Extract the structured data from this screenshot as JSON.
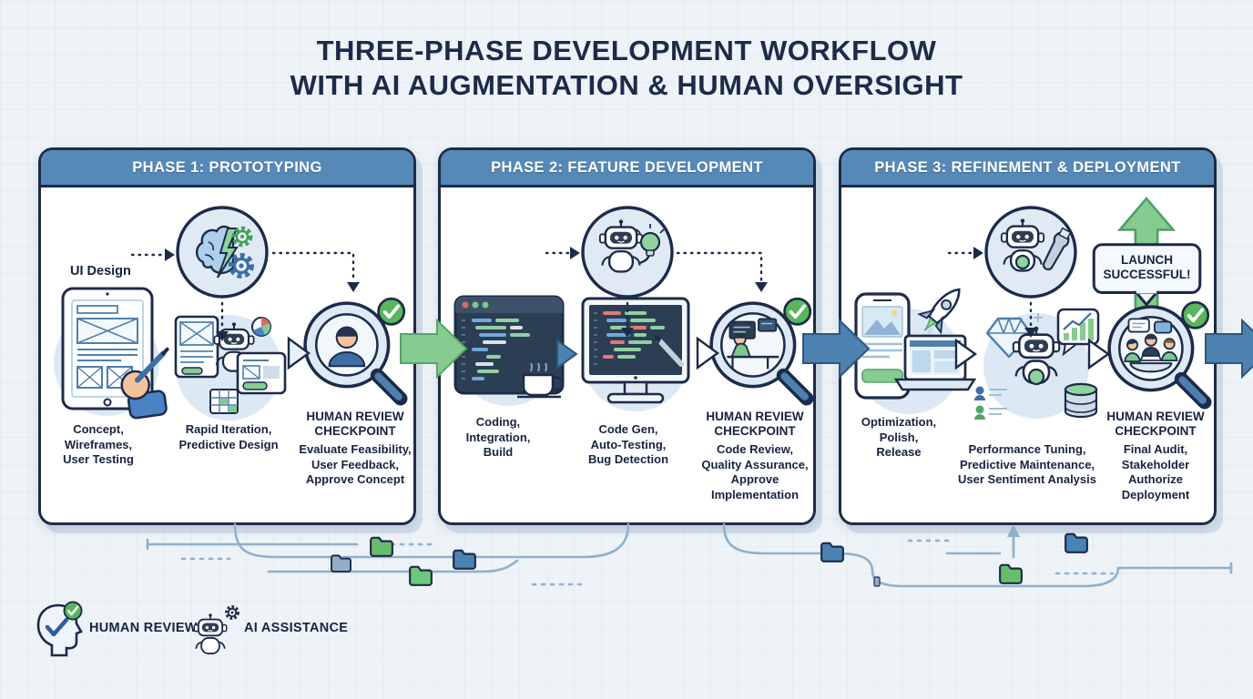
{
  "title": {
    "line1": "THREE-PHASE DEVELOPMENT WORKFLOW",
    "line2": "WITH AI AUGMENTATION & HUMAN OVERSIGHT"
  },
  "phases": [
    {
      "header": "PHASE 1: PROTOTYPING",
      "annotation": "UI Design",
      "stage1_caption": "Concept,\nWireframes,\nUser Testing",
      "stage2_caption": "Rapid Iteration,\nPredictive Design",
      "checkpoint_title": "HUMAN REVIEW\nCHECKPOINT",
      "checkpoint_caption": "Evaluate Feasibility,\nUser Feedback,\nApprove Concept",
      "icons": [
        "ai-brain-gears-icon",
        "tablet-wireframe-sketch-icon",
        "robot-ui-mockups-icon",
        "human-review-magnifier-icon",
        "check-badge-icon"
      ]
    },
    {
      "header": "PHASE 2: FEATURE DEVELOPMENT",
      "stage1_caption": "Coding,\nIntegration,\nBuild",
      "stage2_caption": "Code Gen,\nAuto-Testing,\nBug Detection",
      "checkpoint_title": "HUMAN REVIEW\nCHECKPOINT",
      "checkpoint_caption": "Code Review,\nQuality Assurance,\nApprove\nImplementation",
      "icons": [
        "robot-lightbulb-icon",
        "code-editor-coffee-icon",
        "monitor-code-robot-arm-icon",
        "human-review-magnifier-icon",
        "check-badge-icon"
      ]
    },
    {
      "header": "PHASE 3: REFINEMENT & DEPLOYMENT",
      "banner": "LAUNCH\nSUCCESSFUL!",
      "stage1_caption": "Optimization,\nPolish,\nRelease",
      "stage2_caption": "Performance Tuning,\nPredictive Maintenance,\nUser Sentiment Analysis",
      "checkpoint_title": "HUMAN REVIEW\nCHECKPOINT",
      "checkpoint_caption": "Final Audit,\nStakeholder\nAuthorize\nDeployment",
      "icons": [
        "robot-wrench-icon",
        "phone-laptop-rocket-icon",
        "robot-analytics-database-icon",
        "human-review-magnifier-icon",
        "check-badge-icon",
        "launch-up-arrow-icon"
      ]
    }
  ],
  "legend": {
    "human_review": "HUMAN REVIEW",
    "ai_assistance": "AI ASSISTANCE"
  },
  "connector_icons": [
    "folder-icon-green",
    "folder-icon-blue",
    "folder-icon-slate",
    "circuit-trace",
    "up-arrow-icon"
  ],
  "colors": {
    "header_blue": "#5689b7",
    "navy": "#1d2b4a",
    "panel_bg": "#ffffff",
    "page_bg": "#eef3f8",
    "green_arrow": "#86cb90",
    "blue_arrow": "#4d81af",
    "check_green": "#58b65c",
    "accent_blue": "#4e7fae",
    "code_bg": "#2c3e54",
    "trace_blue": "#8fb0cd",
    "folder_green": "#67bd6c",
    "folder_blue": "#4a82b4",
    "folder_slate": "#93aec6",
    "light_circle": "#dce9f4"
  }
}
